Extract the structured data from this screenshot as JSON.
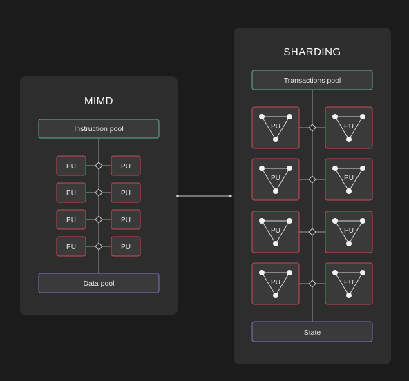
{
  "mimd": {
    "title": "MIMD",
    "top_pool": "Instruction pool",
    "bottom_pool": "Data pool",
    "units": [
      [
        "PU",
        "PU"
      ],
      [
        "PU",
        "PU"
      ],
      [
        "PU",
        "PU"
      ],
      [
        "PU",
        "PU"
      ]
    ]
  },
  "sharding": {
    "title": "SHARDING",
    "top_pool": "Transactions pool",
    "bottom_pool": "State",
    "units": [
      [
        "PU",
        "PU"
      ],
      [
        "PU",
        "PU"
      ],
      [
        "PU",
        "PU"
      ],
      [
        "PU",
        "PU"
      ]
    ]
  },
  "colors": {
    "background": "#1b1b1b",
    "panel": "#2d2d2d",
    "box": "#3a3a3a",
    "top_pool_border": "#5fae92",
    "bottom_pool_border": "#8070c4",
    "unit_border": "#c94b55",
    "line": "#9a9a9a",
    "text": "#e9e9e9"
  }
}
